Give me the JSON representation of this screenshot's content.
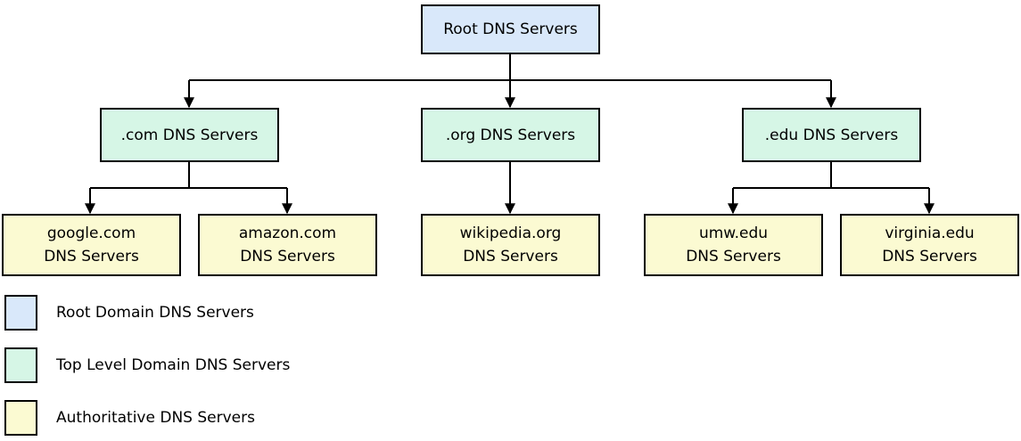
{
  "colors": {
    "root_fill": "#d9e8fa",
    "tld_fill": "#d6f6e6",
    "auth_fill": "#fbfad2",
    "border": "#000000",
    "line": "#000000"
  },
  "nodes": {
    "root": {
      "label": "Root DNS Servers"
    },
    "com": {
      "label": ".com DNS Servers"
    },
    "org": {
      "label": ".org DNS Servers"
    },
    "edu": {
      "label": ".edu DNS Servers"
    },
    "google": {
      "line1": "google.com",
      "line2": "DNS Servers"
    },
    "amazon": {
      "line1": "amazon.com",
      "line2": "DNS Servers"
    },
    "wikipedia": {
      "line1": "wikipedia.org",
      "line2": "DNS Servers"
    },
    "umw": {
      "line1": "umw.edu",
      "line2": "DNS Servers"
    },
    "virginia": {
      "line1": "virginia.edu",
      "line2": "DNS Servers"
    }
  },
  "edges": [
    {
      "from": "Root DNS Servers",
      "to": ".com DNS Servers"
    },
    {
      "from": "Root DNS Servers",
      "to": ".org DNS Servers"
    },
    {
      "from": "Root DNS Servers",
      "to": ".edu DNS Servers"
    },
    {
      "from": ".com DNS Servers",
      "to": "google.com DNS Servers"
    },
    {
      "from": ".com DNS Servers",
      "to": "amazon.com DNS Servers"
    },
    {
      "from": ".org DNS Servers",
      "to": "wikipedia.org DNS Servers"
    },
    {
      "from": ".edu DNS Servers",
      "to": "umw.edu DNS Servers"
    },
    {
      "from": ".edu DNS Servers",
      "to": "virginia.edu DNS Servers"
    }
  ],
  "legend": {
    "items": [
      {
        "label": "Root Domain DNS Servers",
        "color": "#d9e8fa"
      },
      {
        "label": "Top Level Domain DNS Servers",
        "color": "#d6f6e6"
      },
      {
        "label": "Authoritative DNS Servers",
        "color": "#fbfad2"
      }
    ]
  }
}
